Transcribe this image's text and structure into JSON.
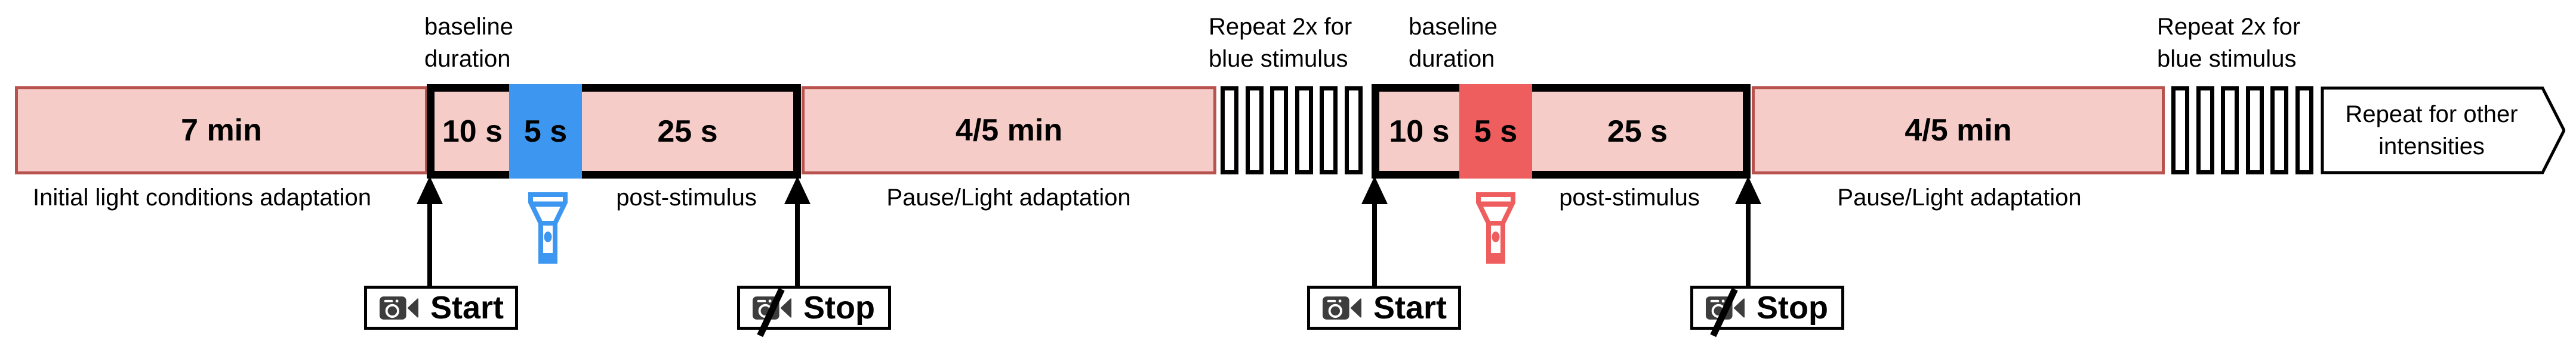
{
  "figure": {
    "initial_segment": {
      "label": "7 min",
      "caption": "Initial light conditions adaptation"
    },
    "groups": [
      {
        "header_line1": "baseline",
        "header_line2": "duration",
        "baseline_label": "10 s",
        "stimulus_label": "5 s",
        "post_label": "25 s",
        "post_caption": "post-stimulus",
        "pause_label": "4/5 min",
        "pause_caption": "Pause/Light adaptation",
        "repeat_line1": "Repeat 2x for",
        "repeat_line2": "blue stimulus",
        "start_label": "Start",
        "stop_label": "Stop",
        "stimulus_color": "#3d97f0",
        "flashlight_icon": "flashlight-down-blue",
        "start_icon": "video-camera",
        "stop_icon": "video-camera-slash"
      },
      {
        "header_line1": "baseline",
        "header_line2": "duration",
        "baseline_label": "10 s",
        "stimulus_label": "5 s",
        "post_label": "25 s",
        "post_caption": "post-stimulus",
        "pause_label": "4/5 min",
        "pause_caption": "Pause/Light adaptation",
        "repeat_line1": "Repeat 2x for",
        "repeat_line2": "blue stimulus",
        "start_label": "Start",
        "stop_label": "Stop",
        "stimulus_color": "#ee5e5e",
        "flashlight_icon": "flashlight-down-red",
        "start_icon": "video-camera",
        "stop_icon": "video-camera-slash"
      }
    ],
    "end_marker": {
      "line1": "Repeat for other",
      "line2": "intensities"
    },
    "colors": {
      "segment_fill": "#f5ccc7",
      "segment_border": "#b8524e",
      "blue_stimulus": "#3d97f0",
      "red_stimulus": "#ee5e5e",
      "frame": "#000000",
      "camera_icon": "#3d3d3d"
    }
  }
}
